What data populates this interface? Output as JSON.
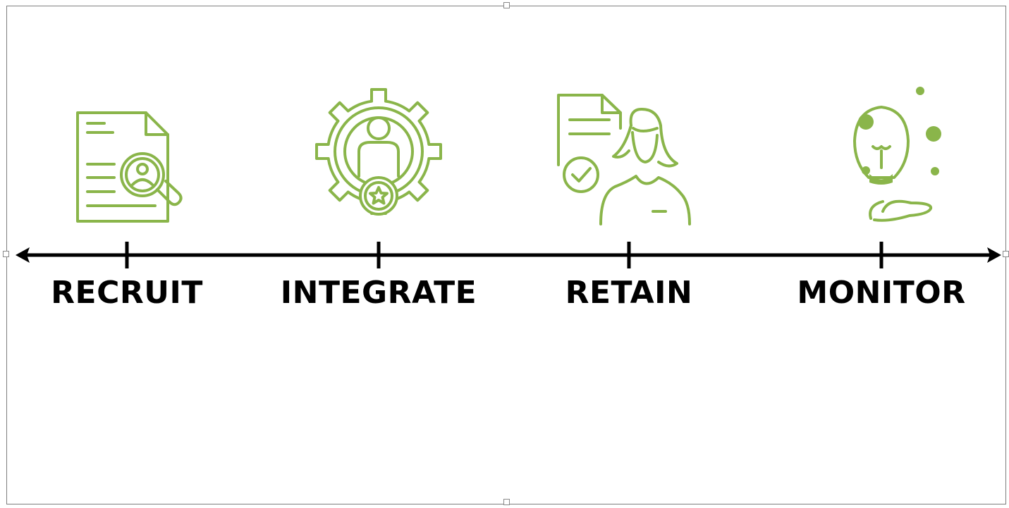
{
  "colors": {
    "accent": "#8ab54a",
    "axis": "#000000",
    "frame": "#7d7d7d",
    "background": "#ffffff"
  },
  "timeline": {
    "steps": [
      {
        "id": "recruit",
        "label": "RECRUIT",
        "icon": "document-search-person-icon"
      },
      {
        "id": "integrate",
        "label": "INTEGRATE",
        "icon": "gear-person-star-icon"
      },
      {
        "id": "retain",
        "label": "RETAIN",
        "icon": "woman-approved-document-icon"
      },
      {
        "id": "monitor",
        "label": "MONITOR",
        "icon": "lightbulb-hand-icon"
      }
    ]
  }
}
